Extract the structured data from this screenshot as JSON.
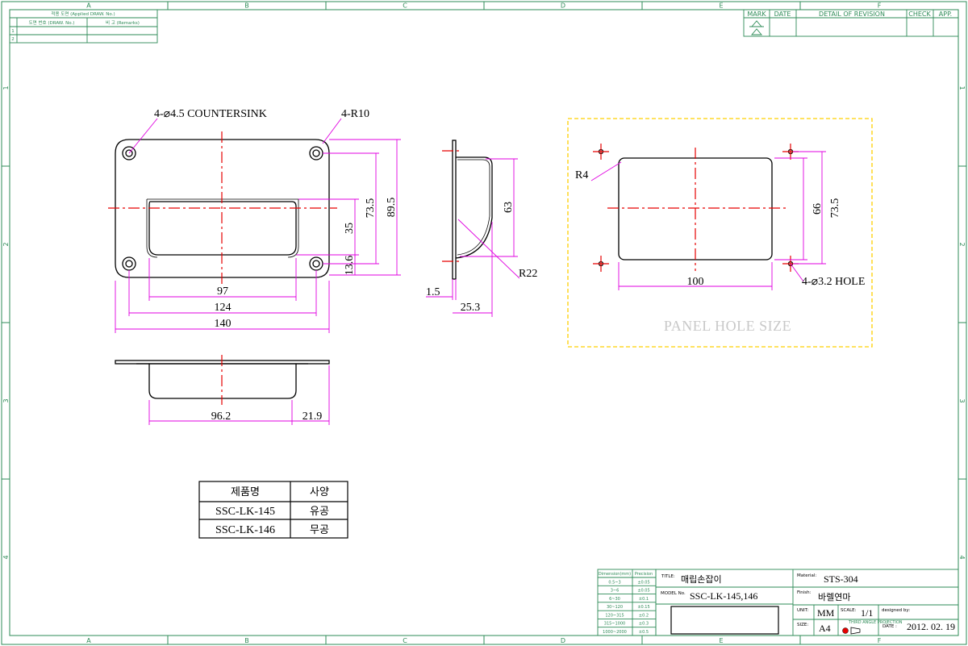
{
  "frame": {
    "columns": [
      "A",
      "B",
      "C",
      "D",
      "E",
      "F"
    ],
    "rows": [
      "1",
      "2",
      "3",
      "4"
    ],
    "color": "#2e8b57"
  },
  "applied_drawing": {
    "header": "적용 도면 (Applied DRAW. No.)",
    "col1": "도면 번호 (DRAW. No.)",
    "col2": "비 고 (Remarks)",
    "row_numbers": [
      "1",
      "2"
    ]
  },
  "revision": {
    "headers": [
      "MARK",
      "DATE",
      "DETAIL OF REVISION",
      "CHECK",
      "APP."
    ]
  },
  "front_view": {
    "countersink_note": "4-⌀4.5 COUNTERSINK",
    "radius_note": "4-R10",
    "dims": {
      "d97": "97",
      "d124": "124",
      "d140": "140",
      "d35": "35",
      "d73_5": "73.5",
      "d89_5": "89.5",
      "d13_6": "13.6"
    }
  },
  "side_view": {
    "dims": {
      "d63": "63",
      "r22": "R22",
      "d1_5": "1.5",
      "d25_3": "25.3"
    }
  },
  "bottom_view": {
    "dims": {
      "d96_2": "96.2",
      "d21_9": "21.9"
    }
  },
  "panel_hole": {
    "title": "PANEL HOLE SIZE",
    "r4": "R4",
    "d66": "66",
    "d73_5": "73.5",
    "d100": "100",
    "hole_note": "4-⌀3.2 HOLE",
    "frame_color": "#ffd000"
  },
  "product_table": {
    "headers": [
      "제품명",
      "사양"
    ],
    "rows": [
      {
        "name": "SSC-LK-145",
        "spec": "유공"
      },
      {
        "name": "SSC-LK-146",
        "spec": "무공"
      }
    ]
  },
  "tolerance_table": {
    "headers": [
      "Dimension(mm)",
      "Precision"
    ],
    "rows": [
      [
        "0.5~3",
        "±0.05"
      ],
      [
        "3~6",
        "±0.05"
      ],
      [
        "6~30",
        "±0.1"
      ],
      [
        "30~120",
        "±0.15"
      ],
      [
        "120~315",
        "±0.2"
      ],
      [
        "315~1000",
        "±0.3"
      ],
      [
        "1000~2000",
        "±0.5"
      ]
    ]
  },
  "title_block": {
    "title_label": "TITLE:",
    "title": "매립손잡이",
    "model_label": "MODEL No.",
    "model": "SSC-LK-145,146",
    "material_label": "Material:",
    "material": "STS-304",
    "finish_label": "Finish:",
    "finish": "바렐연마",
    "unit_label": "UNIT:",
    "unit": "MM",
    "scale_label": "SCALE:",
    "scale": "1/1",
    "designed_label": "designed by:",
    "size_label": "SIZE:",
    "size": "A4",
    "projection_label": "THIRD ANGLE PROJECTION",
    "date_label": "DATE :",
    "date": "2012. 02. 19"
  }
}
